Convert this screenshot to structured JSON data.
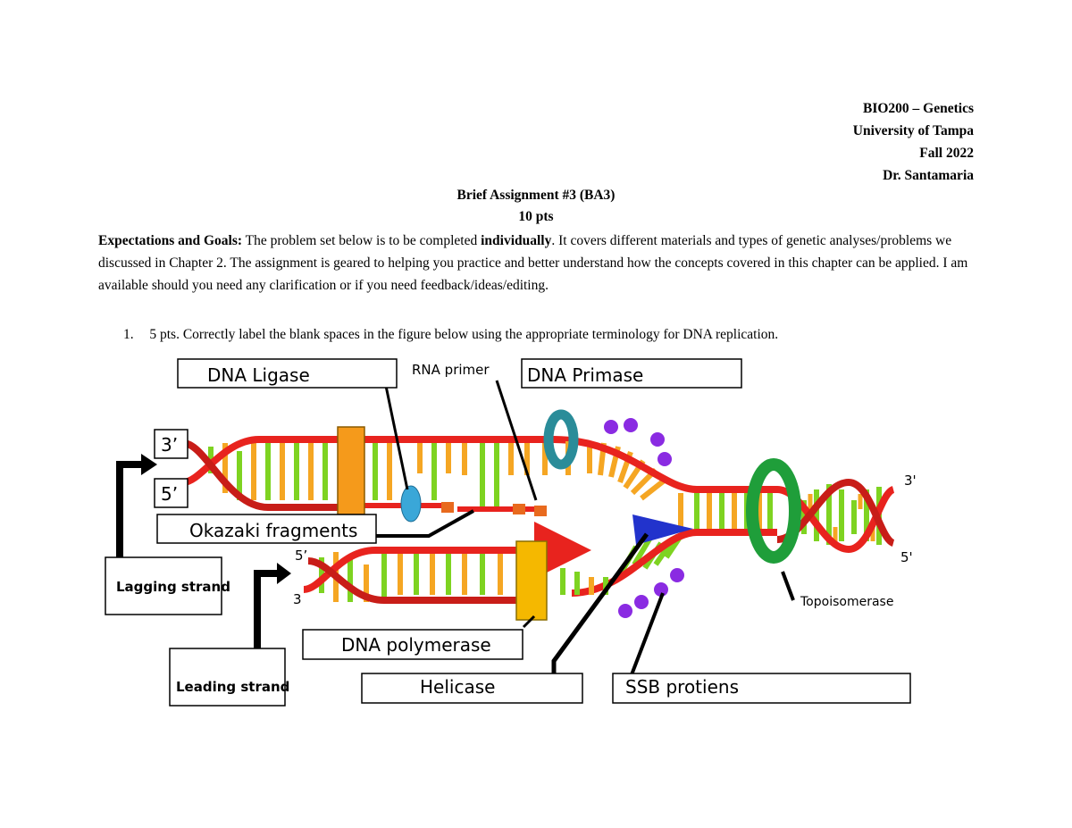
{
  "header": {
    "course": "BIO200 – Genetics",
    "school": "University of Tampa",
    "term": "Fall 2022",
    "instructor": "Dr. Santamaria"
  },
  "assignment": {
    "title": "Brief Assignment #3 (BA3)",
    "points": "10 pts"
  },
  "expectations": {
    "label": "Expectations and Goals:",
    "text_1": " The problem set below is to be completed ",
    "emph": "individually",
    "text_2": ". It covers different materials and types of genetic analyses/problems we discussed in Chapter 2. The assignment is geared to helping you practice and better understand how the concepts covered in this chapter can be applied. I am available should you need any clarification or if you need feedback/ideas/editing."
  },
  "question": {
    "number": "1.",
    "text": "5 pts. Correctly label the blank spaces in the figure below using the appropriate terminology for DNA replication."
  },
  "figure": {
    "labels": {
      "dna_ligase": "DNA Ligase",
      "rna_primer": "RNA primer",
      "dna_primase": "DNA Primase",
      "three_prime_box": "3’",
      "five_prime_box": "5’",
      "okazaki": "Okazaki fragments",
      "lagging": "Lagging strand",
      "leading": "Leading strand",
      "dna_polymerase": "DNA polymerase",
      "helicase": "Helicase",
      "ssb": "SSB protiens",
      "topoisomerase": "Topoisomerase",
      "end_3_right": "3'",
      "end_5_right": "5'",
      "end_5_left": "5’",
      "end_3_left": "3"
    },
    "colors": {
      "backbone": "#e8231e",
      "bases_green": "#7ed321",
      "bases_orange": "#f5a623",
      "ssb": "#8a2be2",
      "topo": "#1f9e3a",
      "primase": "#2a8c99",
      "helicase": "#2233cc",
      "polymerase": "#f5b800"
    }
  }
}
